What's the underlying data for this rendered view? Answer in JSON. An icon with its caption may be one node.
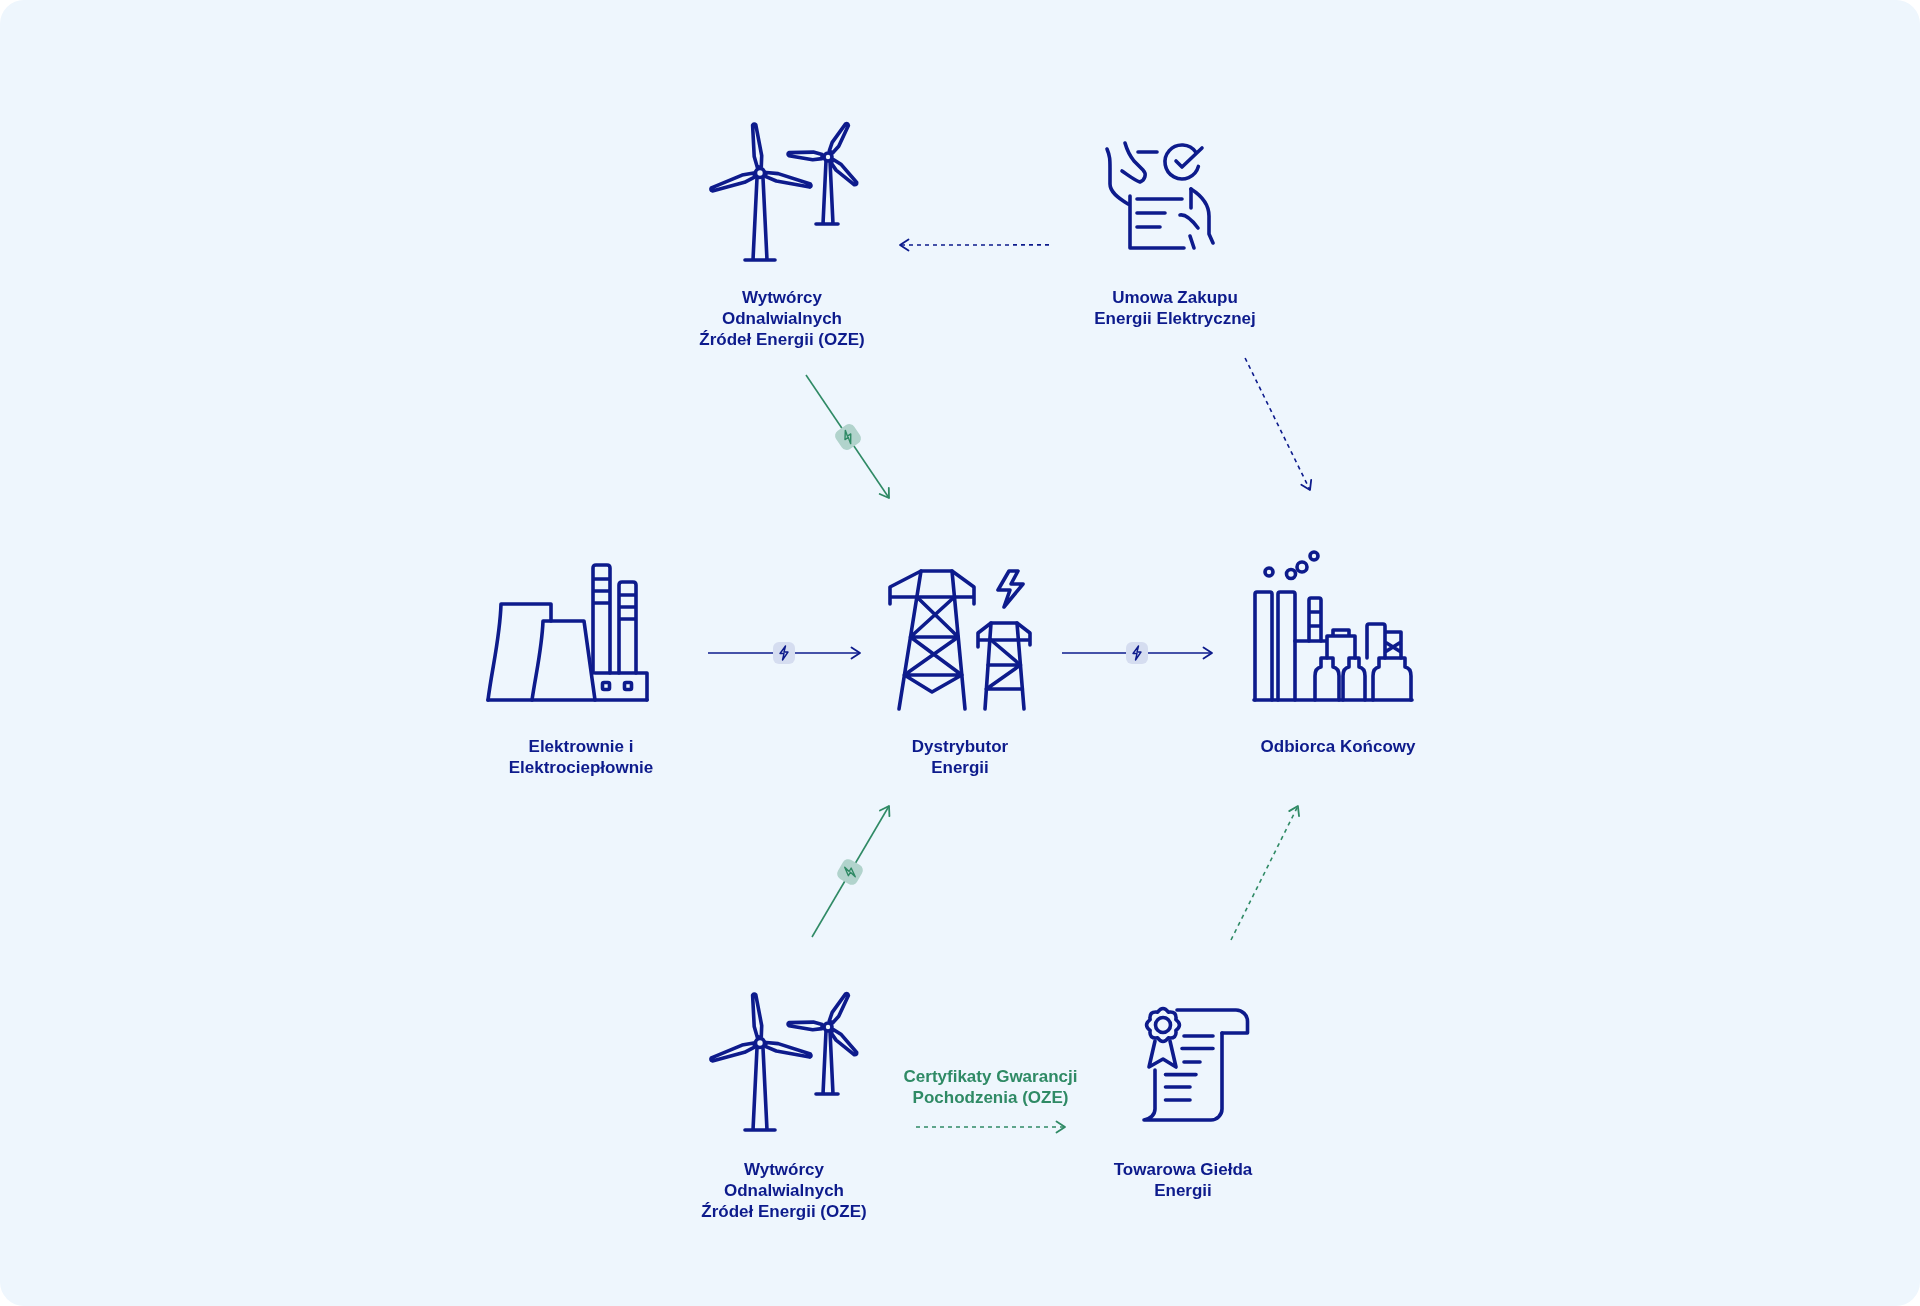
{
  "diagram": {
    "nodes": [
      {
        "text": [
          "Wytwórcy Odnalwialnych Źródeł Energii (OZE)"
        ]
      },
      {
        "text": [
          "Umowa Zakupu Energii Elektrycznej"
        ]
      },
      {
        "text": [
          "Elektrownie i Elektrociepłownie"
        ]
      },
      {
        "text": [
          "Dystrybutor Energii"
        ]
      },
      {
        "text": [
          "Odbiorca Końcowy"
        ]
      },
      {
        "text": [
          "Wytwórcy Odnalwialnych Źródeł Energii (OZE)"
        ]
      },
      {
        "text": [
          "Towarowa Giełda Energii"
        ]
      }
    ],
    "edges": [
      {
        "from": 1,
        "to": 0,
        "arrow": "to",
        "style": "dashed"
      },
      {
        "from": 1,
        "to": 4,
        "arrow": "to",
        "style": "dashed"
      },
      {
        "from": 0,
        "to": 3,
        "arrow": "to",
        "color": "#2f8a65"
      },
      {
        "from": 2,
        "to": 3,
        "arrow": "to"
      },
      {
        "from": 3,
        "to": 4,
        "arrow": "to"
      },
      {
        "from": 5,
        "to": 3,
        "arrow": "to",
        "color": "#2f8a65"
      },
      {
        "from": 6,
        "to": 4,
        "arrow": "to",
        "style": "dashed",
        "color": "#2f8a65"
      },
      {
        "from": 5,
        "to": 6,
        "arrow": "to",
        "style": "dashed",
        "color": "#2f8a65",
        "label": "Certyfikaty Gwarancji Pochodzenia (OZE)"
      }
    ]
  }
}
